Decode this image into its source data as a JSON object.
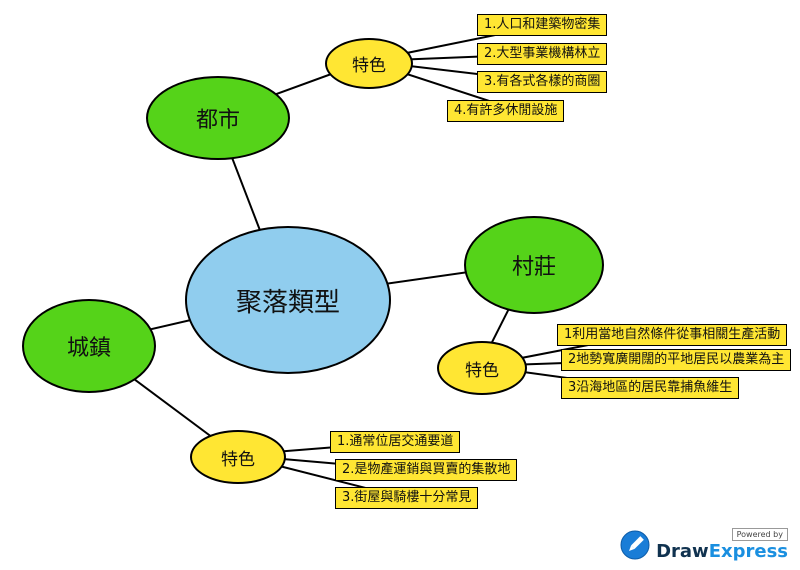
{
  "diagram": {
    "center": {
      "label": "聚落類型"
    },
    "branches": [
      {
        "label": "都市",
        "feature_label": "特色",
        "items": [
          "1.人口和建築物密集",
          "2.大型事業機構林立",
          "3.有各式各樣的商圈",
          "4.有許多休閒設施"
        ]
      },
      {
        "label": "村莊",
        "feature_label": "特色",
        "items": [
          "1利用當地自然條件從事相關生產活動",
          "2地勢寬廣開闊的平地居民以農業為主",
          "3沿海地區的居民靠捕魚維生"
        ]
      },
      {
        "label": "城鎮",
        "feature_label": "特色",
        "items": [
          "1.通常位居交通要道",
          "2.是物產運銷與買賣的集散地",
          "3.街屋與騎樓十分常見"
        ]
      }
    ],
    "colors": {
      "center_fill": "#90cdee",
      "branch_fill": "#55d319",
      "feature_fill": "#ffe633",
      "item_fill": "#ffe633",
      "line": "#000000"
    }
  },
  "watermark": {
    "powered_by": "Powered by",
    "brand_draw": "Draw",
    "brand_express": "Express",
    "brand_blue": "#1a8fe0",
    "brand_dark": "#10324f"
  }
}
